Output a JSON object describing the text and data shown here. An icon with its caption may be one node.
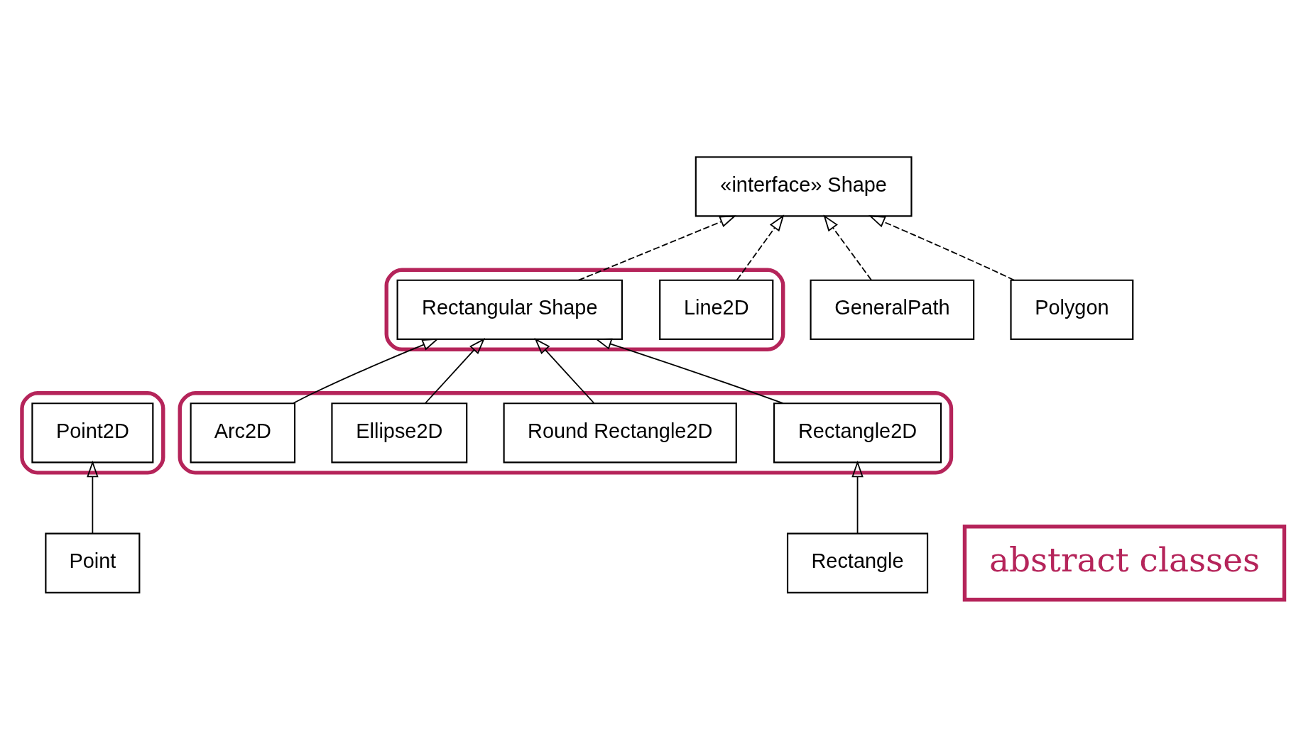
{
  "diagram": {
    "nodes": [
      {
        "text": [],
        "shape": "ellipse"
      },
      {
        "text": [
          "Point2D"
        ],
        "in": 0
      },
      {
        "text": [
          "Point"
        ]
      },
      {
        "text": [
          "«interface» Shape"
        ]
      },
      {
        "text": [],
        "shape": "ellipse"
      },
      {
        "text": [
          "Line2D"
        ],
        "in": 4
      },
      {
        "text": [
          "Rectangular Shape"
        ],
        "in": 4
      },
      {
        "text": [
          "GeneralPath"
        ]
      },
      {
        "text": [
          "Polygon"
        ]
      },
      {
        "text": [],
        "shape": "ellipse"
      },
      {
        "text": [
          "Rectangle2D"
        ],
        "in": 9
      },
      {
        "text": [
          "Round Rectangle2D"
        ],
        "in": 9
      },
      {
        "text": [
          "Ellipse2D"
        ],
        "in": 9
      },
      {
        "text": [
          "Arc2D"
        ],
        "in": 9
      },
      {
        "text": [
          "Rectangle"
        ]
      },
      {
        "text": [
          "abstract classes"
        ]
      }
    ],
    "edges": [
      {
        "from": 2,
        "to": 1,
        "arrow": "to"
      },
      {
        "from": 5,
        "to": 3,
        "arrow": "to",
        "style": "dashed"
      },
      {
        "from": 6,
        "to": 3,
        "arrow": "to",
        "style": "dashed"
      },
      {
        "from": 7,
        "to": 3,
        "arrow": "to",
        "style": "dashed"
      },
      {
        "from": 8,
        "to": 3,
        "arrow": "to",
        "style": "dashed"
      },
      {
        "from": 10,
        "to": 6,
        "arrow": "to"
      },
      {
        "from": 11,
        "to": 6,
        "arrow": "to"
      },
      {
        "from": 12,
        "to": 6,
        "arrow": "to"
      },
      {
        "from": 13,
        "to": 6,
        "arrow": "to"
      },
      {
        "from": 14,
        "to": 10,
        "arrow": "to"
      }
    ]
  }
}
